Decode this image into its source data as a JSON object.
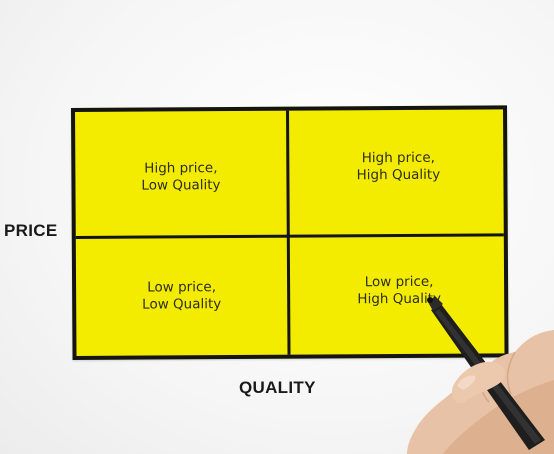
{
  "matrix": {
    "quadrants": {
      "top_left": {
        "line1": "High price,",
        "line2": "Low Quality"
      },
      "top_right": {
        "line1": "High price,",
        "line2": "High Quality"
      },
      "bottom_left": {
        "line1": "Low price,",
        "line2": "Low Quality"
      },
      "bottom_right": {
        "line1": "Low price,",
        "line2": "High Quality"
      }
    },
    "y_axis_label": "PRICE",
    "x_axis_label": "QUALITY",
    "fill_color": "#f4ec00",
    "border_color": "#141414"
  },
  "photo": {
    "subject": "hand-holding-marker"
  }
}
